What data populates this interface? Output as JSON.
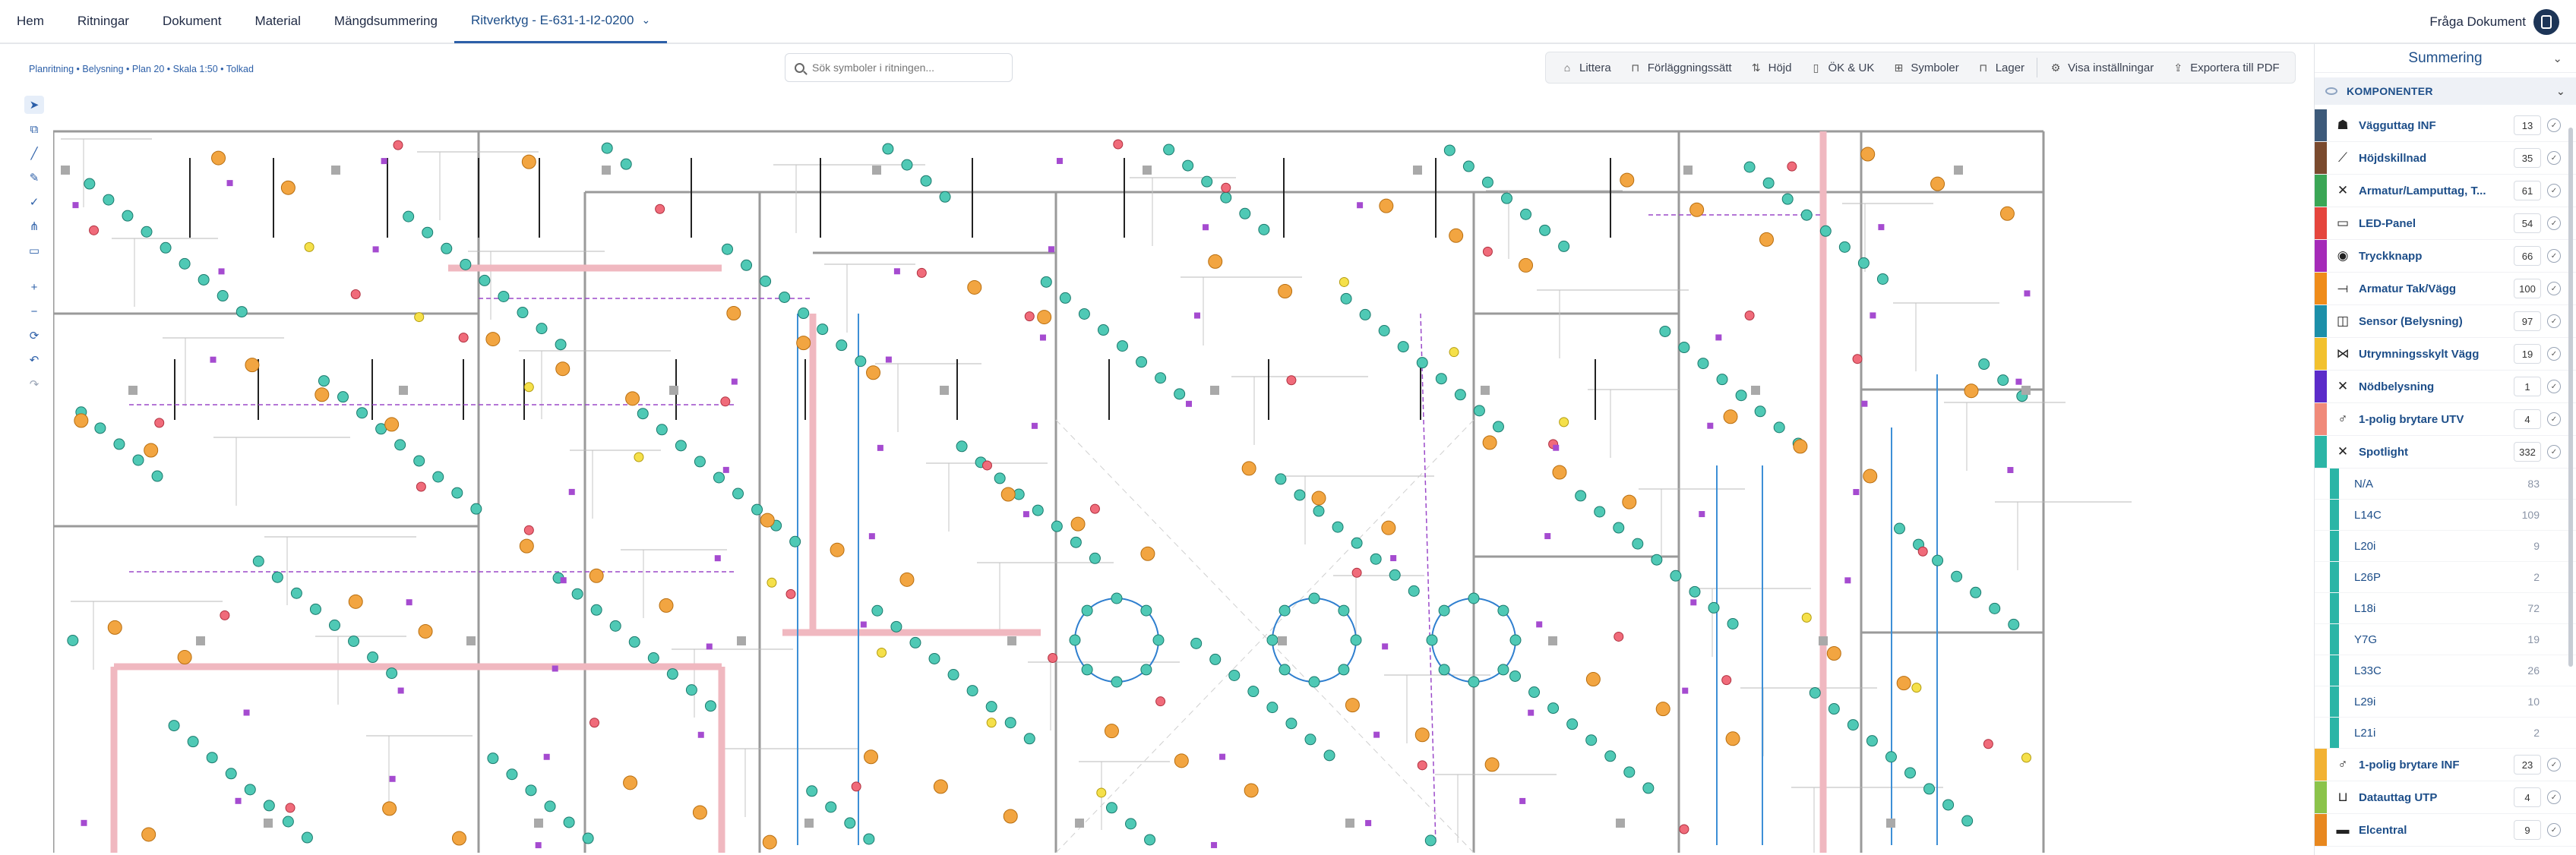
{
  "nav": {
    "items": [
      "Hem",
      "Ritningar",
      "Dokument",
      "Material",
      "Mängdsummering"
    ],
    "active": "Ritverktyg - E-631-1-I2-0200",
    "ask": "Fråga Dokument"
  },
  "breadcrumb": "Planritning • Belysning • Plan 20 • Skala 1:50 • Tolkad",
  "search": {
    "placeholder": "Sök symboler i ritningen..."
  },
  "toolbar": {
    "litter": "Littera",
    "forlagg": "Förläggningssätt",
    "hojd": "Höjd",
    "okuk": "ÖK & UK",
    "symboler": "Symboler",
    "lager": "Lager",
    "visa": "Visa inställningar",
    "export": "Exportera till PDF"
  },
  "panel": {
    "title": "Summering",
    "components_title": "KOMPONENTER",
    "rows": [
      {
        "label": "Vägguttag INF",
        "count": "13",
        "color": "#3d5a7a",
        "icon": "outlet-icon",
        "glyph": "☗"
      },
      {
        "label": "Höjdskillnad",
        "count": "35",
        "color": "#7a4a2e",
        "icon": "height-diff-icon",
        "glyph": "⟋"
      },
      {
        "label": "Armatur/Lamputtag, T...",
        "count": "61",
        "color": "#3aa655",
        "icon": "lamp-x-icon",
        "glyph": "✕"
      },
      {
        "label": "LED-Panel",
        "count": "54",
        "color": "#e5453d",
        "icon": "led-panel-icon",
        "glyph": "▭"
      },
      {
        "label": "Tryckknapp",
        "count": "66",
        "color": "#a52ab8",
        "icon": "push-button-icon",
        "glyph": "◉"
      },
      {
        "label": "Armatur Tak/Vägg",
        "count": "100",
        "color": "#ef8c1a",
        "icon": "ceiling-fixture-icon",
        "glyph": "⟞"
      },
      {
        "label": "Sensor (Belysning)",
        "count": "97",
        "color": "#1c8fa8",
        "icon": "sensor-icon",
        "glyph": "◫"
      },
      {
        "label": "Utrymningsskylt Vägg",
        "count": "19",
        "color": "#f2c12e",
        "icon": "exit-sign-icon",
        "glyph": "⋈"
      },
      {
        "label": "Nödbelysning",
        "count": "1",
        "color": "#5b2bc9",
        "icon": "emergency-light-icon",
        "glyph": "✕"
      },
      {
        "label": "1-polig brytare UTV",
        "count": "4",
        "color": "#f08a7a",
        "icon": "switch-outdoor-icon",
        "glyph": "♂"
      },
      {
        "label": "Spotlight",
        "count": "332",
        "color": "#2bb5a6",
        "icon": "spotlight-icon",
        "glyph": "✕"
      }
    ],
    "subrows": [
      {
        "label": "N/A",
        "count": "83"
      },
      {
        "label": "L14C",
        "count": "109"
      },
      {
        "label": "L20i",
        "count": "9"
      },
      {
        "label": "L26P",
        "count": "2"
      },
      {
        "label": "L18i",
        "count": "72"
      },
      {
        "label": "Y7G",
        "count": "19"
      },
      {
        "label": "L33C",
        "count": "26"
      },
      {
        "label": "L29i",
        "count": "10"
      },
      {
        "label": "L21i",
        "count": "2"
      }
    ],
    "rows2": [
      {
        "label": "1-polig brytare INF",
        "count": "23",
        "color": "#f2b233",
        "icon": "switch-indoor-icon",
        "glyph": "♂"
      },
      {
        "label": "Datauttag UTP",
        "count": "4",
        "color": "#8bc34a",
        "icon": "data-outlet-icon",
        "glyph": "⊔"
      },
      {
        "label": "Elcentral",
        "count": "9",
        "color": "#e8881f",
        "icon": "panelboard-icon",
        "glyph": "▬"
      }
    ]
  }
}
